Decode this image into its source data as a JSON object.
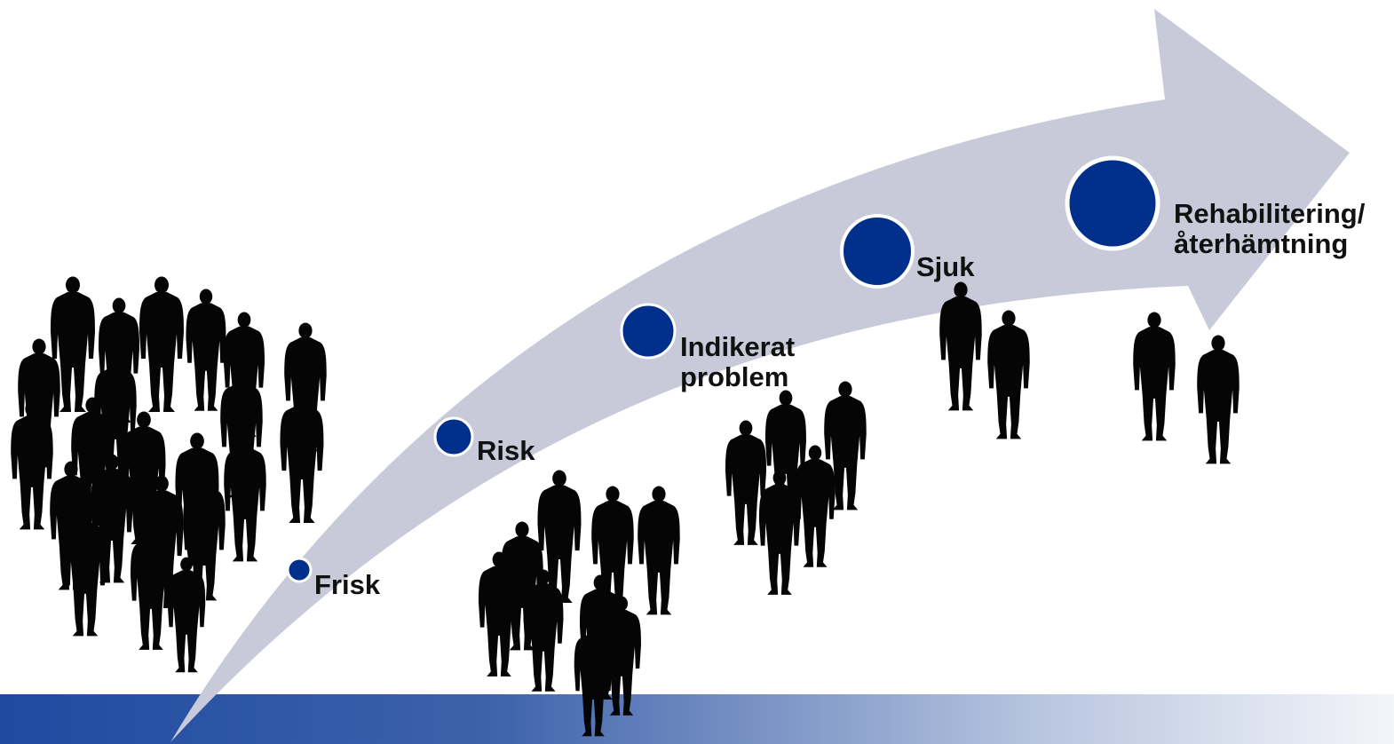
{
  "colors": {
    "arrow": "#c8cad9",
    "dot": "#00308c",
    "silhouette": "#050505",
    "band_left": "#1f4aa0",
    "band_right": "#f4f5f9"
  },
  "stages": [
    {
      "id": "frisk",
      "lines": [
        "Frisk"
      ]
    },
    {
      "id": "risk",
      "lines": [
        "Risk"
      ]
    },
    {
      "id": "indikerat",
      "lines": [
        "Indikerat",
        "problem"
      ]
    },
    {
      "id": "sjuk",
      "lines": [
        "Sjuk"
      ]
    },
    {
      "id": "rehab",
      "lines": [
        "Rehabilitering/",
        "återhämtning"
      ]
    }
  ],
  "people_groups": [
    {
      "id": "frisk-crowd"
    },
    {
      "id": "risk-crowd"
    },
    {
      "id": "indikerat-crowd"
    },
    {
      "id": "sjuk-pair"
    },
    {
      "id": "rehab-pair"
    }
  ]
}
